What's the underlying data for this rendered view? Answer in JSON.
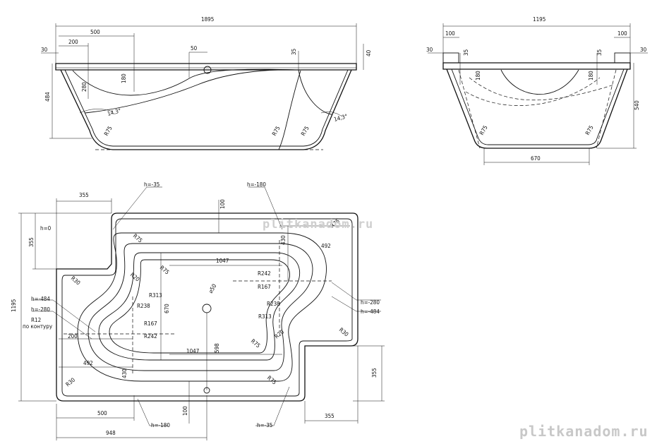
{
  "side_view": {
    "dims": {
      "total_length": "1895",
      "d500": "500",
      "d200": "200",
      "d30": "30",
      "d484": "484",
      "d280": "280",
      "d180": "180",
      "d50": "50",
      "d35": "35",
      "d40": "40",
      "r75_left": "R75",
      "r75_mid": "R75",
      "r75_right": "R75",
      "angle_left": "14,3°",
      "angle_right": "14,3°"
    }
  },
  "end_view": {
    "dims": {
      "total_width": "1195",
      "d100_left": "100",
      "d100_right": "100",
      "d30_left": "30",
      "d30_right": "30",
      "d35_left": "35",
      "d35_right": "35",
      "d180_left": "180",
      "d180_right": "180",
      "d540": "540",
      "r75_left": "R75",
      "r75_right": "R75",
      "d670": "670"
    }
  },
  "plan_view": {
    "labels": {
      "d355_top": "355",
      "h_neg35_top": "h=-35",
      "h_neg180_top": "h=-180",
      "d100_top": "100",
      "h0": "h=0",
      "d355_left": "355",
      "d1195": "1195",
      "r75_a": "R75",
      "r75_b": "R75",
      "r430_top": "430",
      "d492_right": "492",
      "d1047_top": "1047",
      "r242_right": "R242",
      "r167_right": "R167",
      "r30_a": "R30",
      "r20_a": "R20",
      "r313_a": "R313",
      "r238_a": "R238",
      "d670": "670",
      "phi50": "⌀50",
      "h_neg280_right": "h=-280",
      "h_neg484_right": "h=-484",
      "h_neg484_left": "h=-484",
      "h_neg280_left": "h=-280",
      "r12": "R12",
      "r12_note": "по контуру",
      "r167_left": "R167",
      "r242_left": "R242",
      "d200": "200",
      "r238_b": "R238",
      "r313_b": "R313",
      "r30_b": "R30",
      "r20_b": "R20",
      "d598": "598",
      "d1047_bottom": "1047",
      "d492_left": "492",
      "r75_c": "R75",
      "r75_d": "R75",
      "r30_c": "R30",
      "r430_bottom": "430",
      "d355_right": "355",
      "d500": "500",
      "d100_bottom": "100",
      "d355_bottom": "355",
      "d948": "948",
      "h_neg180_bottom": "h=-180",
      "h_neg35_bottom": "h=-35",
      "r75_top_right": "R75"
    }
  },
  "watermarks": {
    "center": "plitkanadom.ru",
    "corner": "plitkanadom.ru"
  }
}
